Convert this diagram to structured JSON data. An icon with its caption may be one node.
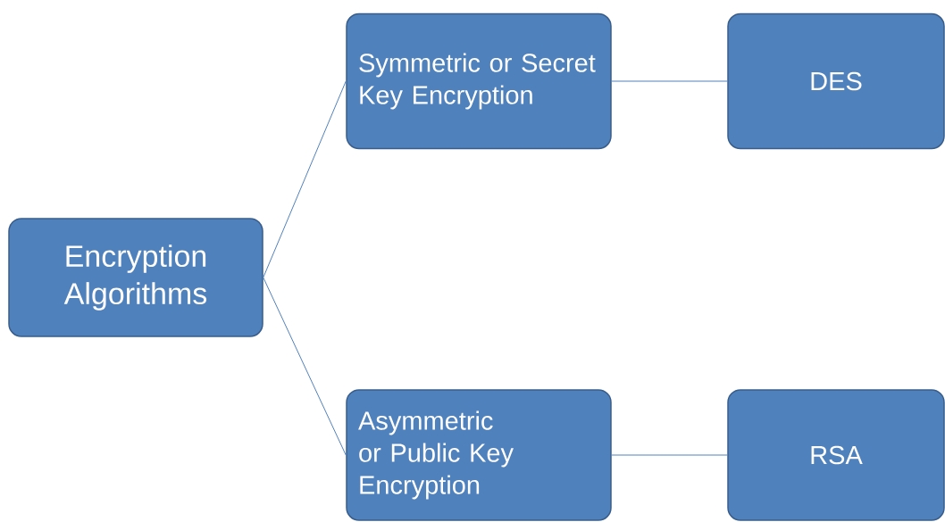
{
  "diagram": {
    "nodes": [
      {
        "text": [
          "Encryption Algorithms"
        ]
      },
      {
        "text": [
          "Symmetric or Secret Key Encryption"
        ]
      },
      {
        "text": [
          "DES"
        ]
      },
      {
        "text": [
          "Asymmetric or Public Key Encryption"
        ]
      },
      {
        "text": [
          "RSA"
        ]
      }
    ],
    "edges": [
      {
        "from": 0,
        "to": 1,
        "arrow": "none"
      },
      {
        "from": 0,
        "to": 3,
        "arrow": "none"
      },
      {
        "from": 1,
        "to": 2,
        "arrow": "none"
      },
      {
        "from": 3,
        "to": 4,
        "arrow": "none"
      }
    ]
  }
}
